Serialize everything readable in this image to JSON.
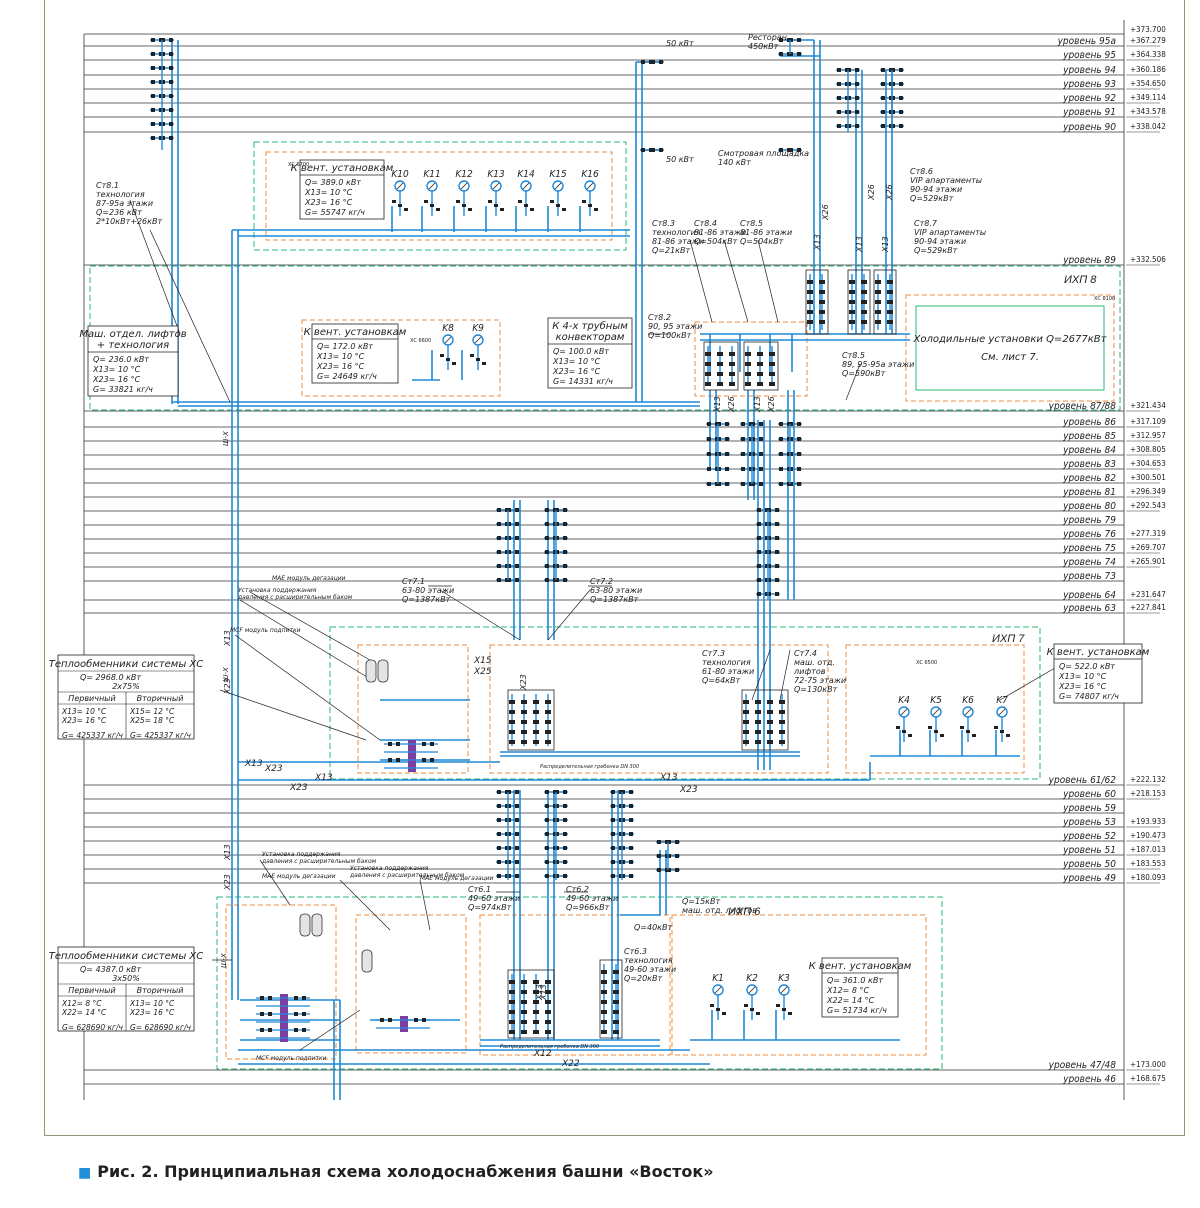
{
  "caption": "Рис. 2. Принципиальная схема холодоснабжения башни «Восток»",
  "colors": {
    "pipe": "#1e88d8",
    "zone": "#2bb673",
    "block": "#f08a3a",
    "line": "#222222",
    "frame": "#8a9a75",
    "bullet": "#1f8fd8"
  },
  "levels": [
    {
      "name": "уровень 95a",
      "mark": "+367.279"
    },
    {
      "name": "уровень 95",
      "mark": "+364.338"
    },
    {
      "name": "уровень 94",
      "mark": "+360.186"
    },
    {
      "name": "уровень 93",
      "mark": "+354.650"
    },
    {
      "name": "уровень 92",
      "mark": "+349.114"
    },
    {
      "name": "уровень 91",
      "mark": "+343.578"
    },
    {
      "name": "уровень 90",
      "mark": "+338.042"
    },
    {
      "name": "уровень 89",
      "mark": "+332.506"
    },
    {
      "name": "уровень 87/88",
      "mark": "+321.434"
    },
    {
      "name": "уровень 86",
      "mark": "+317.109"
    },
    {
      "name": "уровень 85",
      "mark": "+312.957"
    },
    {
      "name": "уровень 84",
      "mark": "+308.805"
    },
    {
      "name": "уровень 83",
      "mark": "+304.653"
    },
    {
      "name": "уровень 82",
      "mark": "+300.501"
    },
    {
      "name": "уровень 81",
      "mark": "+296.349"
    },
    {
      "name": "уровень 80",
      "mark": "+292.543"
    },
    {
      "name": "уровень 79",
      "mark": ""
    },
    {
      "name": "уровень 76",
      "mark": "+277.319"
    },
    {
      "name": "уровень 75",
      "mark": "+269.707"
    },
    {
      "name": "уровень 74",
      "mark": "+265.901"
    },
    {
      "name": "уровень 73",
      "mark": ""
    },
    {
      "name": "уровень 64",
      "mark": "+231.647"
    },
    {
      "name": "уровень 63",
      "mark": "+227.841"
    },
    {
      "name": "уровень 61/62",
      "mark": "+222.132"
    },
    {
      "name": "уровень 60",
      "mark": "+218.153"
    },
    {
      "name": "уровень 59",
      "mark": ""
    },
    {
      "name": "уровень 53",
      "mark": "+193.933"
    },
    {
      "name": "уровень 52",
      "mark": "+190.473"
    },
    {
      "name": "уровень 51",
      "mark": "+187.013"
    },
    {
      "name": "уровень 50",
      "mark": "+183.553"
    },
    {
      "name": "уровень 49",
      "mark": "+180.093"
    },
    {
      "name": "уровень 47/48",
      "mark": "+173.000"
    },
    {
      "name": "уровень 46",
      "mark": "+168.675"
    }
  ],
  "top_mark": "+373.700",
  "zones": {
    "ixp8": "ИХП 8",
    "ixp7": "ИХП 7",
    "ixp6": "ИХП 6"
  },
  "vent_top": {
    "title": "К вент. установкам",
    "tag": "ХС 6700",
    "q": "Q=   389.0  кВт",
    "x13": "Х13= 10         °С",
    "x23": "Х23= 16         °С",
    "g": "G= 55747   кг/ч",
    "units": [
      "K10",
      "K11",
      "K12",
      "K13",
      "K14",
      "K15",
      "K16"
    ]
  },
  "vent_89": {
    "title": "К вент. установкам",
    "tag": "ХС 6600",
    "q": "Q=  172.0   кВт",
    "x13": "Х13= 10      °С",
    "x23": "Х23= 16      °С",
    "g": "G= 24649    кг/ч",
    "units": [
      "K8",
      "K9"
    ]
  },
  "lift_box": {
    "title1": "Маш. отдел. лифтов",
    "title2": "+ технология",
    "q": "Q=  236.0   кВт",
    "x13": "Х13= 10      °С",
    "x23": "Х23= 16      °С",
    "g": "G= 33821   кг/ч"
  },
  "conv_box": {
    "title1": "К 4-х трубным",
    "title2": "конвекторам",
    "q": "Q=   100.0   кВт",
    "x13": "Х13= 10      °С",
    "x23": "Х23= 16      °С",
    "g": "G= 14331   кг/ч"
  },
  "chillers": {
    "text1": "Холодильные установки Q=2677кВт",
    "text2": "См. лист 7.",
    "tag": "ХС 8100"
  },
  "top_notes": {
    "restaurant1": "Ресторан",
    "restaurant2": "450кВт",
    "deck1": "Смотровая площадка",
    "deck2": "140 кВт",
    "kw50a": "50 кВт",
    "kw50b": "50 кВт"
  },
  "stands": {
    "st81": [
      "Ст8.1",
      "технология",
      "87-95а этажи",
      "Q=236 кВт",
      "2*10кВт+26кВт"
    ],
    "st82": [
      "Ст8.2",
      "90, 95 этажи",
      "Q=100кВт"
    ],
    "st83": [
      "Ст8.3",
      "технология",
      "81-86 этажи",
      "Q=21кВт"
    ],
    "st84": [
      "Ст8.4",
      "81-86 этажи",
      "Q=504кВт"
    ],
    "st85a": [
      "Ст8.5",
      "81-86 этажи",
      "Q=504кВт"
    ],
    "st85b": [
      "Ст8.5",
      "89, 95-95а этажи",
      "Q=590кВт"
    ],
    "st86": [
      "Ст8.6",
      "VIP апартаменты",
      "90-94 этажи",
      "Q=529кВт"
    ],
    "st87": [
      "Ст8.7",
      "VIP апартаменты",
      "90-94 этажи",
      "Q=529кВт"
    ],
    "st71": [
      "Ст7.1",
      "63-80 этажи",
      "Q=1387кВт"
    ],
    "st72": [
      "Ст7.2",
      "63-80 этажи",
      "Q=1387кВт"
    ],
    "st73": [
      "Ст7.3",
      "технология",
      "61-80 этажи",
      "Q=64кВт"
    ],
    "st74": [
      "Ст7.4",
      "маш. отд.",
      "лифтов",
      "72-75 этажи",
      "Q=130кВт"
    ],
    "st61": [
      "Ст6.1",
      "49-60 этажи",
      "Q=974кВт"
    ],
    "st62": [
      "Ст6.2",
      "49-60 этажи",
      "Q=966кВт"
    ],
    "st63": [
      "Ст6.3",
      "технология",
      "49-60 этажи",
      "Q=20кВт"
    ],
    "q40": "Q=40кВт",
    "q15": [
      "Q=15кВт",
      "маш. отд. лифтов"
    ]
  },
  "hx7": {
    "title": "Теплообменники системы ХС",
    "q": "Q=        2968.0      кВт",
    "split": "2х75%",
    "prim": "Первичный",
    "sec": "Вторичный",
    "rows": [
      [
        "Х13= 10      °С",
        "Х15= 12      °С"
      ],
      [
        "Х23= 16      °С",
        "Х25= 18      °С"
      ],
      [
        "G= 425337  кг/ч",
        "G= 425337  кг/ч"
      ]
    ]
  },
  "hx6": {
    "title": "Теплообменники системы ХС",
    "q": "Q=        4387.0      кВт",
    "split": "3х50%",
    "prim": "Первичный",
    "sec": "Вторичный",
    "rows": [
      [
        "Х12= 8        °С",
        "Х13= 10      °С"
      ],
      [
        "Х22= 14      °С",
        "Х23= 16      °С"
      ],
      [
        "G= 628690  кг/ч",
        "G= 628690  кг/ч"
      ]
    ]
  },
  "vent_7": {
    "title": "К вент. установкам",
    "tag": "ХС 6500",
    "q": "Q=   522.0     кВт",
    "x13": "Х13= 10      °С",
    "x23": "Х23= 16      °С",
    "g": "G= 74807   кг/ч",
    "units": [
      "K4",
      "K5",
      "K6",
      "K7"
    ]
  },
  "vent_6": {
    "title": "К вент. установкам",
    "q": "Q=  361.0    кВт",
    "x12": "Х12= 8        °С",
    "x22": "Х22= 14      °С",
    "g": "G= 51734   кг/ч",
    "units": [
      "K1",
      "K2",
      "K3"
    ]
  },
  "labels7": {
    "mae": "МАЕ модуль дегазации",
    "upd": "Установка поддержания",
    "upd2": "давления с расширительным баком",
    "mcf": "МСF модуль подпитки",
    "header": "Распределительная гребенка DN 300",
    "x15": "Х15",
    "x25": "Х25",
    "x13": "Х13",
    "x23": "Х23"
  },
  "labels6": {
    "mae": "МАЕ модуль дегазации",
    "upd": "Установка поддержания",
    "upd2": "давления с расширительным баком",
    "mcf": "МСF модуль подпитки",
    "header": "Распределительная гребенка DN 300",
    "x12": "Х12",
    "x22": "Х22"
  },
  "pipe_tags": {
    "x13": "Х13",
    "x23": "Х23",
    "x26": "Х26",
    "dn": "Ш-Х"
  }
}
